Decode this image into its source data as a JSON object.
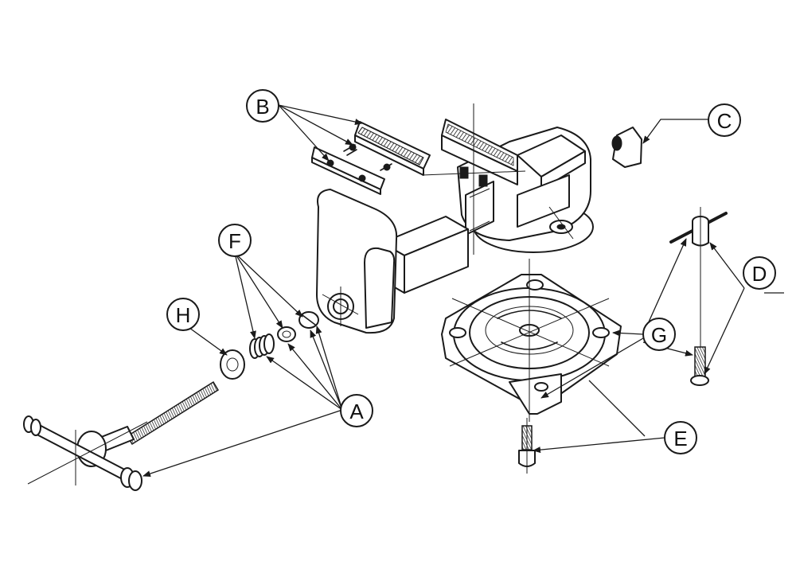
{
  "callouts": {
    "A": "A",
    "B": "B",
    "C": "C",
    "D": "D",
    "E": "E",
    "F": "F",
    "G": "G",
    "H": "H"
  },
  "colors": {
    "line": "#1a1a1a",
    "background": "#ffffff"
  }
}
